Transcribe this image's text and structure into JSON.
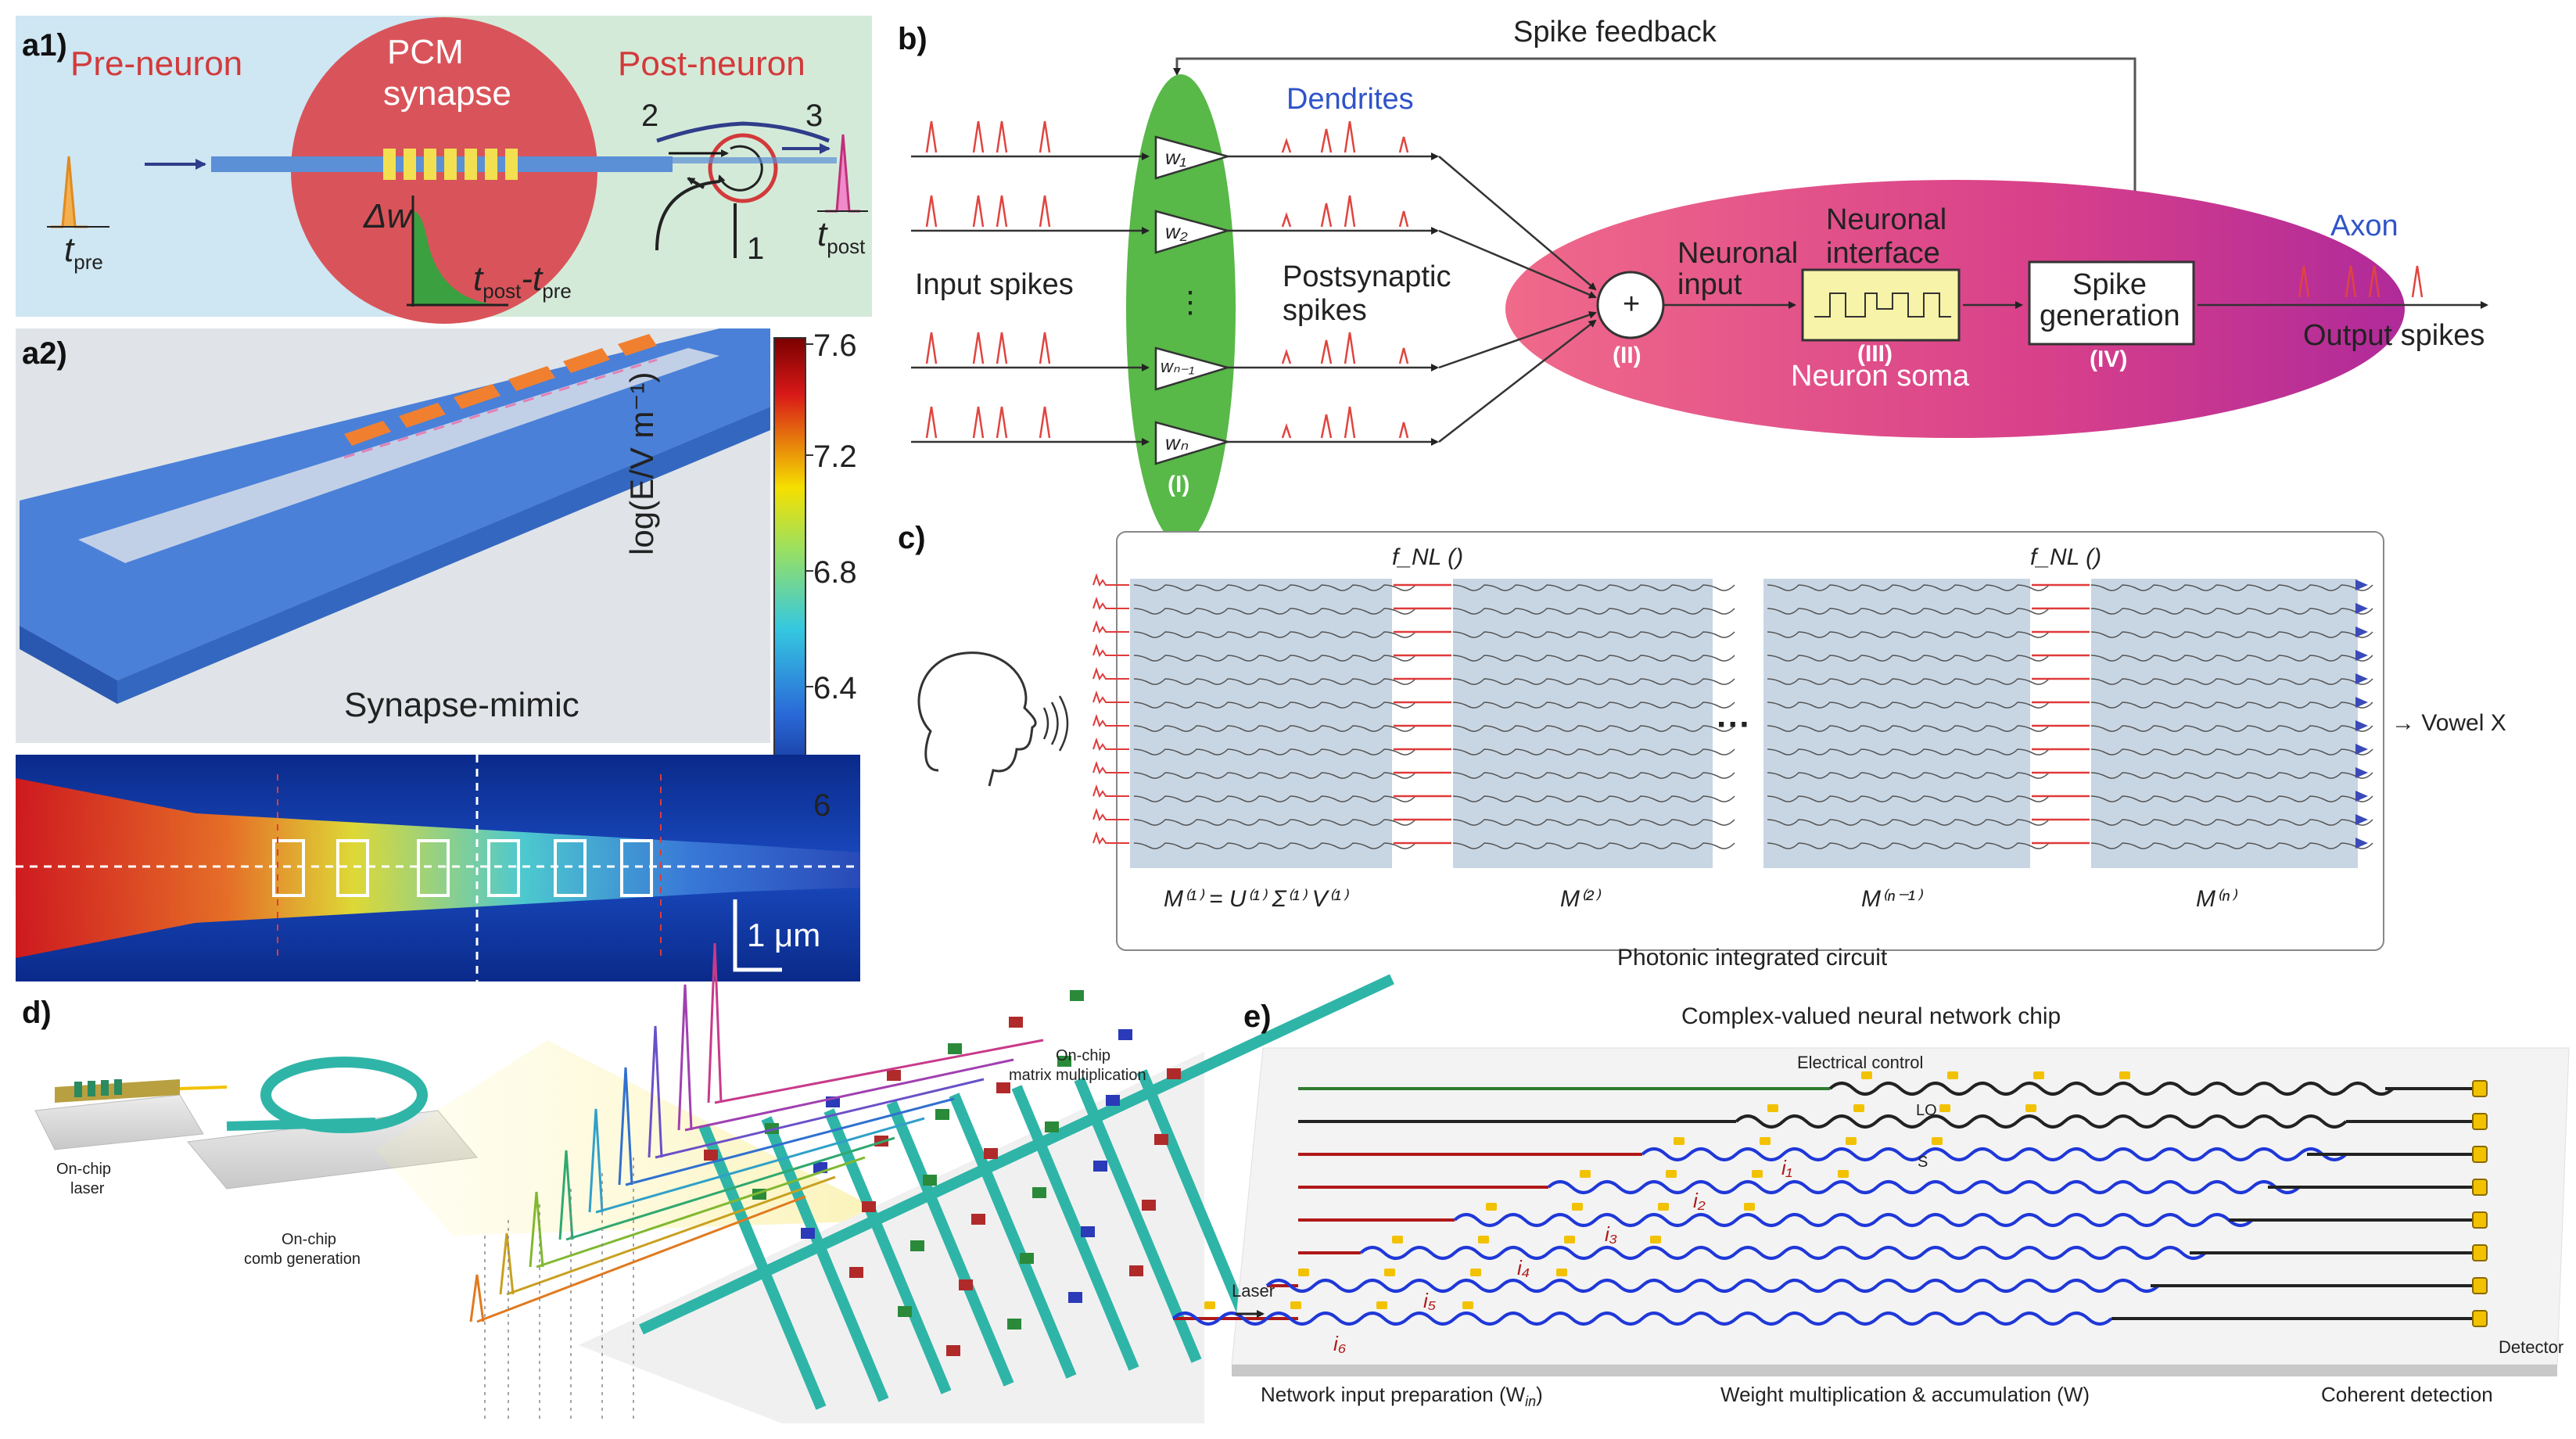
{
  "panels": {
    "a1": {
      "id": "a1)",
      "pre_neuron": "Pre-neuron",
      "pcm_synapse": [
        "PCM",
        "synapse"
      ],
      "post_neuron": "Post-neuron",
      "port_2": "2",
      "port_3": "3",
      "port_1": "1",
      "delta_w": "Δw",
      "t_pre": "t",
      "t_pre_sub": "pre",
      "t_post": "t",
      "t_post_sub": "post",
      "dt_a": "t",
      "dt_a_sub": "post",
      "dt_b": "-t",
      "dt_b_sub": "pre"
    },
    "a2": {
      "id": "a2)",
      "caption": "Synapse-mimic",
      "colorbar_label": "log(E/V m⁻¹)",
      "colorbar_ticks": [
        "7.6",
        "7.2",
        "6.8",
        "6.4",
        "6"
      ],
      "scalebar": "1 μm"
    },
    "b": {
      "id": "b)",
      "spike_feedback": "Spike feedback",
      "dendrites": "Dendrites",
      "input_spikes": "Input spikes",
      "postsynaptic": [
        "Postsynaptic",
        "spikes"
      ],
      "neuronal_input": [
        "Neuronal",
        "input"
      ],
      "neuronal_interface": [
        "Neuronal",
        "interface"
      ],
      "spike_generation": [
        "Spike",
        "generation"
      ],
      "axon": "Axon",
      "output_spikes": "Output spikes",
      "neuron_soma": "Neuron soma",
      "roman": [
        "(I)",
        "(II)",
        "(III)",
        "(IV)"
      ],
      "weights": [
        "w₁",
        "w₂",
        "wₙ₋₁",
        "wₙ"
      ],
      "sum": "+",
      "dots": "⋮"
    },
    "c": {
      "id": "c)",
      "fnl_1": "f_NL ()",
      "fnl_2": "f_NL ()",
      "m1": "M⁽¹⁾ = U⁽¹⁾ Σ⁽¹⁾ V⁽¹⁾",
      "m2": "M⁽²⁾",
      "mn1": "M⁽ⁿ⁻¹⁾",
      "mn": "M⁽ⁿ⁾",
      "ellipsis": "···",
      "vowel": "→ Vowel X",
      "caption": "Photonic integrated circuit"
    },
    "d": {
      "id": "d)",
      "laser": [
        "On-chip",
        "laser"
      ],
      "comb": [
        "On-chip",
        "comb generation"
      ],
      "matrix": [
        "On-chip",
        "matrix multiplication"
      ]
    },
    "e": {
      "id": "e)",
      "title": "Complex-valued neural network chip",
      "electrical_control": "Electrical control",
      "lo": "LO",
      "s": "S",
      "laser": "Laser",
      "detector": "Detector",
      "currents": [
        "i₁",
        "i₂",
        "i₃",
        "i₄",
        "i₅",
        "i₆"
      ],
      "section_1": "Network input preparation (W",
      "section_1_sub": "in",
      "section_1_end": ")",
      "section_2": "Weight multiplication & accumulation (W)",
      "section_3": "Coherent detection"
    }
  },
  "colors": {
    "spike_red": "#e0443e",
    "synapse_green": "#58b848",
    "soma_magenta": "#d8408a",
    "pcm_red": "#d9545a",
    "waveguide_teal": "#2fb5a8",
    "mzi_blue": "#1f38d8",
    "mzi_red": "#b01818",
    "mzi_green": "#2f7a2f",
    "heater_yellow": "#f2c200"
  }
}
